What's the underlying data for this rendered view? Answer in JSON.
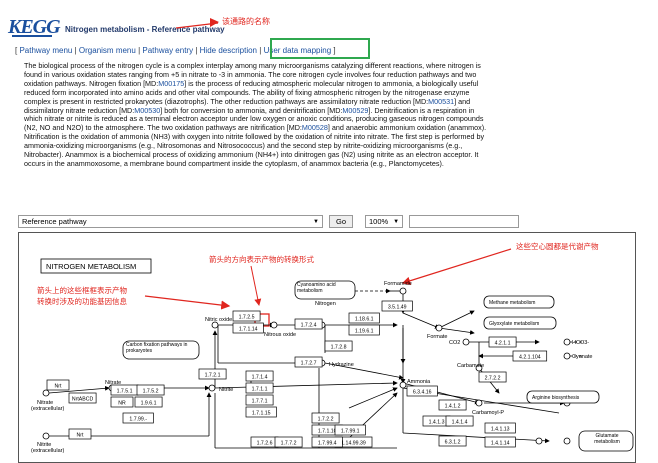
{
  "header": {
    "logo_text": "KEGG",
    "title": "Nitrogen metabolism - Reference pathway",
    "title_annotation": "该通路的名称"
  },
  "nav": {
    "items": [
      "Pathway menu",
      "Organism menu",
      "Pathway entry",
      "Hide description",
      "User data mapping"
    ]
  },
  "description": {
    "segments": [
      {
        "t": "The biological process of the nitrogen cycle is a complex interplay among many microorganisms catalyzing different reactions, where nitrogen is found in various oxidation states ranging from +5 in nitrate to -3 in ammonia. The core nitrogen cycle involves four reduction pathways and two oxidation pathways. Nitrogen fixation "
      },
      {
        "t": "[MD:"
      },
      {
        "t": "M00175",
        "link": true
      },
      {
        "t": "]"
      },
      {
        "t": " is the process of reducing atmospheric molecular nitrogen to ammonia, a biologically useful reduced form incorporated into amino acids and other vital compounds. The ability of fixing atmospheric nitrogen by the nitrogenase enzyme complex is present in restricted prokaryotes (diazotrophs). The other reduction pathways are assimilatory nitrate reduction "
      },
      {
        "t": "[MD:"
      },
      {
        "t": "M00531",
        "link": true
      },
      {
        "t": "]"
      },
      {
        "t": " and dissimilatory nitrate reduction "
      },
      {
        "t": "[MD:"
      },
      {
        "t": "M00530",
        "link": true
      },
      {
        "t": "]"
      },
      {
        "t": " both for conversion to ammonia, and denitrification "
      },
      {
        "t": "[MD:"
      },
      {
        "t": "M00529",
        "link": true
      },
      {
        "t": "]"
      },
      {
        "t": ". Denitrification is a respiration in which nitrate or nitrite is reduced as a terminal electron acceptor under low oxygen or anoxic conditions, producing gaseous nitrogen compounds (N2, NO and N2O) to the atmosphere. The two oxidation pathways are nitrification "
      },
      {
        "t": "[MD:"
      },
      {
        "t": "M00528",
        "link": true
      },
      {
        "t": "]"
      },
      {
        "t": " and anaerobic ammonium oxidation (anammox). Nitrification is the oxidation of ammonia (NH3) with oxygen into nitrite followed by the oxidation of nitrite into nitrate. The first step is performed by ammonia-oxidizing microorganisms (e.g., Nitrosomonas and Nitrosococcus) and the second step by nitrite-oxidizing microorganisms (e.g., Nitrobacter). Anammox is a biochemical process of oxidizing ammonium (NH4+) into dinitrogen gas (N2) using nitrite as an electron acceptor. It occurs in the anammoxosome, a membrane bound compartment inside the cytoplasm, of anammox bacteria (e.g., Planctomycetes)."
      }
    ]
  },
  "controls": {
    "map_select": "Reference pathway",
    "go_label": "Go",
    "zoom_select": "100%",
    "search_value": ""
  },
  "map": {
    "title": "NITROGEN METABOLISM",
    "annotations": {
      "arrow_direction": "箭头的方向表示产物的转换形式",
      "circles": "这些空心圆都是代谢产物",
      "boxes_line1": "箭头上的这些框框表示产物",
      "boxes_line2": "转换时涉及的功能基因信息"
    },
    "compounds": {
      "nitric_oxide": "Nitric oxide",
      "nitrous_oxide": "Nitrous oxide",
      "nitrogen": "Nitrogen",
      "hydrazine": "Hydrazine",
      "formamide": "Formamide",
      "formate": "Formate",
      "co2": "CO2",
      "hco3": "HCO3-",
      "cyanate": "Cyanate",
      "carbamate": "Carbamate",
      "carbamoyl_p": "Carbamoyl-P",
      "ammonia": "Ammonia",
      "nitrate": "Nitrate",
      "nitrite": "Nitrite",
      "nitrate_ext": "Nitrate",
      "nitrite_ext": "Nitrite",
      "extracellular": "(extracellular)"
    },
    "pathway_boxes": {
      "cyanoamino": "Cyanoamino acid metabolism",
      "methane": "Methane metabolism",
      "glyoxylate": "Glyoxylate metabolism",
      "carbon_fixation": "Carbon fixation pathways in prokaryotes",
      "arginine": "Arginine biosynthesis",
      "glutamate": "Glutamate metabolism"
    },
    "enzymes": {
      "e1": "1.7.2.5",
      "e2": "1.7.1.14",
      "e3": "1.7.2.4",
      "e4": "1.18.6.1",
      "e5": "1.19.6.1",
      "e6": "1.7.2.8",
      "e7": "1.7.2.7",
      "e8": "3.5.1.49",
      "e9": "4.2.1.1",
      "e10": "4.2.1.104",
      "e11": "2.7.2.2",
      "e12": "6.3.4.16",
      "e13": "1.4.1.2",
      "e14": "1.4.1.3",
      "e15": "1.4.1.4",
      "e16": "1.4.1.13",
      "e17": "1.4.1.14",
      "e18": "6.3.1.2",
      "e19": "1.7.2.1",
      "e20": "1.7.1.4",
      "e21": "1.7.1.1",
      "e22": "1.7.7.1",
      "e23": "1.7.1.15",
      "e24": "1.7.2.2",
      "e25": "1.7.2.6",
      "e26": "1.7.1.10",
      "e27": "1.7.99.1",
      "e28": "1.14.99.39",
      "e29": "1.7.99.-",
      "e30": "1.7.5.1",
      "e31": "1.7.5.2",
      "e32": "1.7.99.4",
      "e33": "1.7.7.2",
      "e34": "1.9.6.1",
      "e35": "Nrt",
      "e36": "NrtABCD",
      "e37": "NR",
      "e38": "Nrt"
    }
  }
}
